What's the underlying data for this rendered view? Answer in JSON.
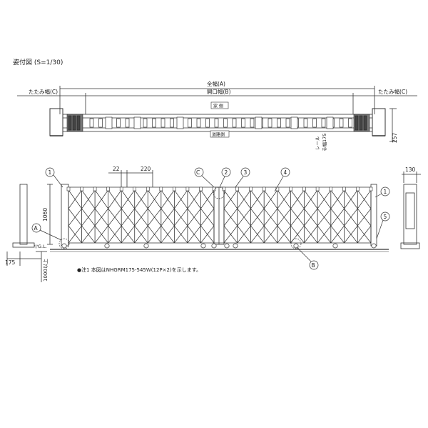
{
  "title": "姿付図 (S=1/30)",
  "plan": {
    "full_width_label": "全幅(A)",
    "opening_label": "開口幅(B)",
    "fold_left_label": "たたみ幅(C)",
    "fold_right_label": "たたみ幅(C)",
    "inside_label": "家 側",
    "road_label": "道路側",
    "rail_label": "レール",
    "rail_width_label": "る幅175",
    "depth_dim": "257"
  },
  "elevation": {
    "dim_22": "22",
    "dim_220": "220",
    "height_dim": "1060",
    "base_dim": "175",
    "depth_dim": "1000以上",
    "gl_label": "▽G.L.",
    "side_width_dim": "130"
  },
  "callouts": {
    "c1a": "1",
    "c2": "2",
    "c3": "3",
    "c4": "4",
    "c1b": "1",
    "c5": "5",
    "ca": "A",
    "cb": "B",
    "cc": "C"
  },
  "note": "●注1  本図はNHGRM175-545W(12P×2)を示します。"
}
